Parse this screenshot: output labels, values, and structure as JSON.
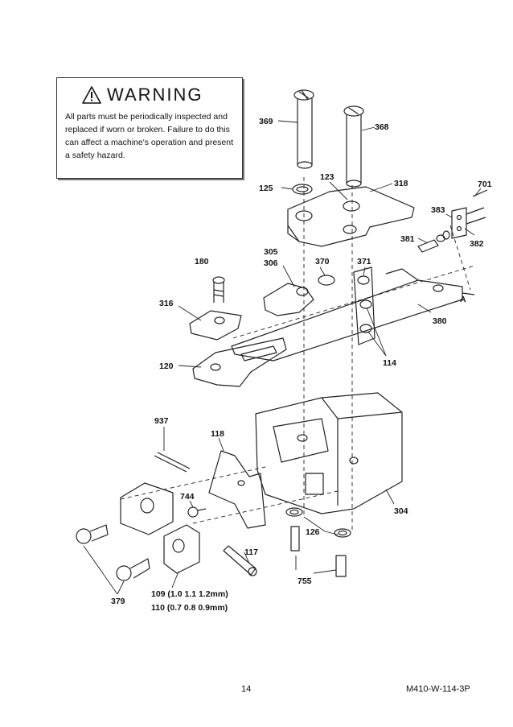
{
  "warning": {
    "title": "WARNING",
    "text": "All parts must be periodically inspected and replaced if worn or broken. Failure to do this can affect a machine's operation and present a safety hazard."
  },
  "parts": {
    "p369": "369",
    "p368": "368",
    "p125": "125",
    "p123": "123",
    "p318": "318",
    "p701": "701",
    "p383": "383",
    "p381": "381",
    "p382": "382",
    "p305": "305",
    "p306": "306",
    "p370": "370",
    "p371": "371",
    "p180": "180",
    "p316": "316",
    "pA": "A",
    "p380": "380",
    "p120": "120",
    "p114": "114",
    "p937": "937",
    "p118": "118",
    "p744": "744",
    "p304": "304",
    "p126": "126",
    "p117": "117",
    "p755": "755",
    "p379": "379",
    "p109": "109 (1.0  1.1  1.2mm)",
    "p110": "110 (0.7  0.8  0.9mm)"
  },
  "footer": {
    "page": "14",
    "doc": "M410-W-114-3P"
  }
}
